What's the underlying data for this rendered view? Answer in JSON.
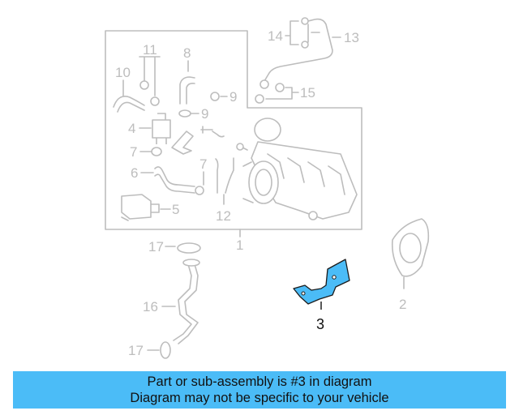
{
  "diagram": {
    "highlight_color": "#4bbcf7",
    "callouts": {
      "c1": "1",
      "c2": "2",
      "c3": "3",
      "c4": "4",
      "c5": "5",
      "c6": "6",
      "c7a": "7",
      "c7b": "7",
      "c8": "8",
      "c9a": "9",
      "c9b": "9",
      "c10": "10",
      "c11": "11",
      "c12": "12",
      "c13": "13",
      "c14": "14",
      "c15": "15",
      "c16": "16",
      "c17a": "17",
      "c17b": "17"
    }
  },
  "banner": {
    "background": "#4bbcf7",
    "line1": "Part or sub-assembly is #3 in diagram",
    "line2": "Diagram may not be specific to your vehicle"
  }
}
